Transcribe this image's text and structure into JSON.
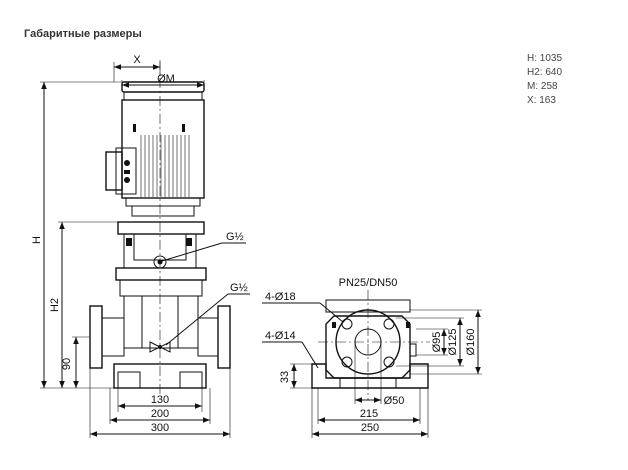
{
  "header": {
    "title": "Габаритные размеры"
  },
  "specs": [
    {
      "label": "H",
      "value": "1035"
    },
    {
      "label": "H2",
      "value": "640"
    },
    {
      "label": "M",
      "value": "258"
    },
    {
      "label": "X",
      "value": "163"
    }
  ],
  "drawing": {
    "front": {
      "label_x": "X",
      "label_m": "ØM",
      "label_h": "H",
      "label_h2": "H2",
      "dim_90": "90",
      "dim_130": "130",
      "dim_200": "200",
      "dim_300": "300",
      "port_top": "G½",
      "port_bottom": "G½"
    },
    "side": {
      "flange": "PN25/DN50",
      "holes_4_18": "4-Ø18",
      "holes_4_14": "4-Ø14",
      "dim_95": "Ø95",
      "dim_125": "Ø125",
      "dim_160": "Ø160",
      "dim_33": "33",
      "dim_50": "Ø50",
      "dim_215": "215",
      "dim_250": "250"
    }
  }
}
